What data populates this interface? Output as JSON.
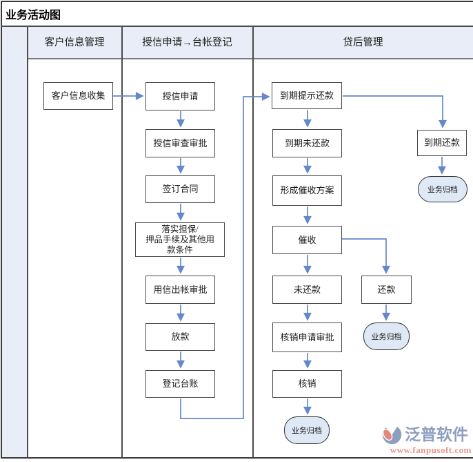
{
  "title": "业务活动图",
  "lanes": [
    {
      "label": "客户信息管理"
    },
    {
      "label": "授信申请→台帐登记"
    },
    {
      "label": "贷后管理"
    }
  ],
  "nodes": {
    "collect_info": "客户信息收集",
    "credit_apply": "授信申请",
    "credit_review": "授信审查审批",
    "sign_contract": "签订合同",
    "guarantee": "落实担保/\n押品手续及其他用\n款条件",
    "disburse_review": "用信出帐审批",
    "loan_release": "放款",
    "register_ledger": "登记台账",
    "due_reminder": "到期提示还款",
    "due_unpaid": "到期未还款",
    "collection_plan": "形成催收方案",
    "collection": "催收",
    "unpaid": "未还款",
    "writeoff_apply": "核销申请审批",
    "writeoff": "核销",
    "due_repaid": "到期还款",
    "repaid": "还款",
    "archive": "业务归档"
  },
  "colors": {
    "lane_header_bg": "#e8edf7",
    "terminator_bg": "#dfe8f5",
    "connector_blue": "#6488ca",
    "box_border": "#4a4a4a",
    "logo_blue": "#8e9ec0",
    "logo_salmon": "#e8958d"
  },
  "logo": {
    "brand": "泛普软件",
    "website": "www.fanpusoft.com"
  }
}
